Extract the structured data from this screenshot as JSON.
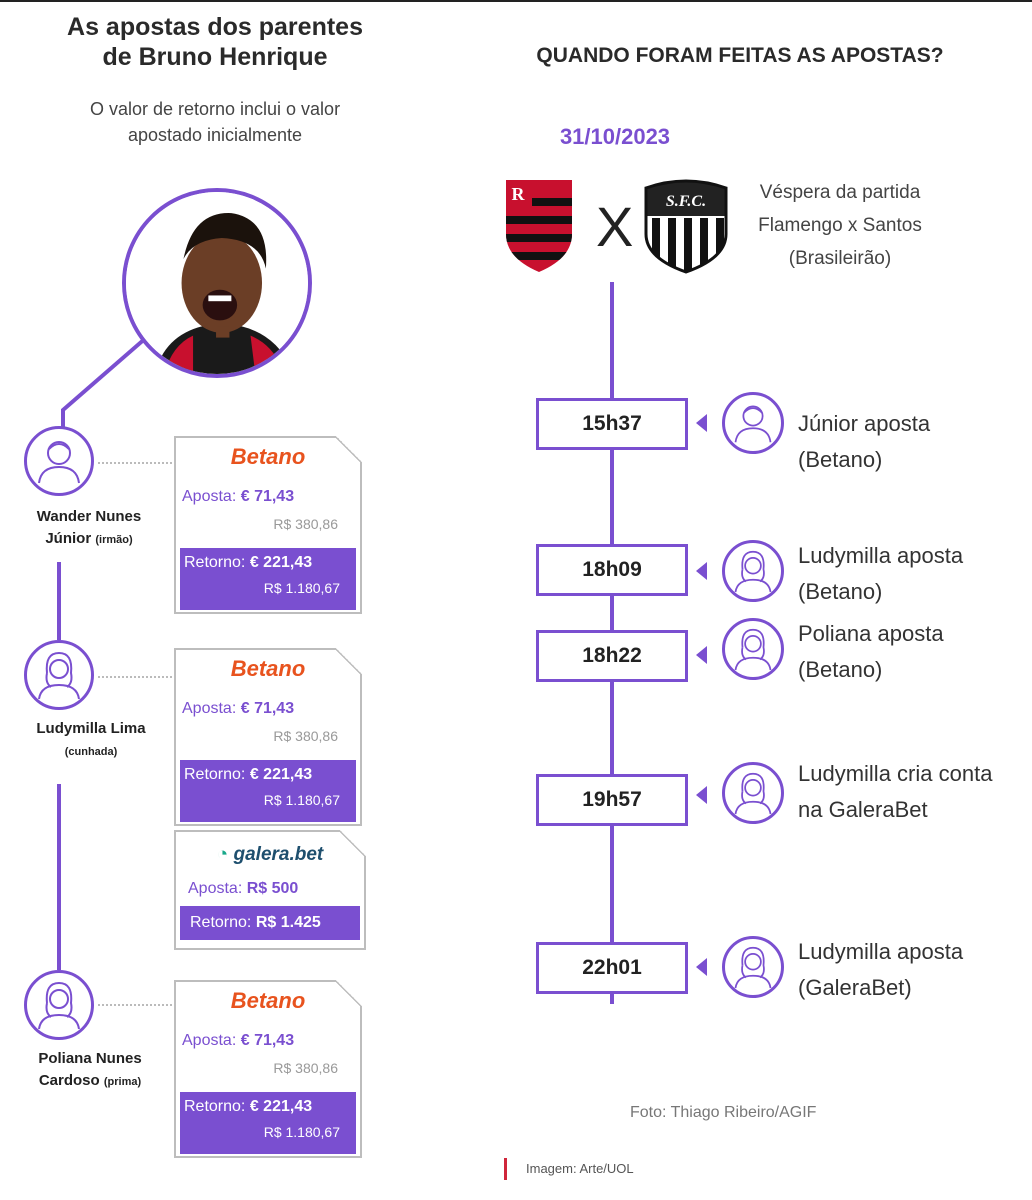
{
  "left": {
    "title_line1": "As apostas dos parentes",
    "title_line2": "de Bruno Henrique",
    "subtitle_line1": "O valor de retorno inclui o valor",
    "subtitle_line2": "apostado inicialmente",
    "people": [
      {
        "name_line1": "Wander Nunes",
        "name_line2": "Júnior",
        "relation": "(irmão)",
        "icon": "man-avatar-icon"
      },
      {
        "name_line1": "Ludymilla Lima",
        "name_line2": "",
        "relation": "(cunhada)",
        "icon": "woman-avatar-icon"
      },
      {
        "name_line1": "Poliana Nunes",
        "name_line2": "Cardoso",
        "relation": "(prima)",
        "icon": "woman-avatar-icon"
      }
    ],
    "tickets": [
      {
        "brand": "Betano",
        "aposta_label": "Aposta:",
        "aposta_value": "€ 71,43",
        "aposta_brl": "R$ 380,86",
        "retorno_label": "Retorno:",
        "retorno_value": "€ 221,43",
        "retorno_brl": "R$ 1.180,67"
      },
      {
        "brand": "Betano",
        "aposta_label": "Aposta:",
        "aposta_value": "€ 71,43",
        "aposta_brl": "R$ 380,86",
        "retorno_label": "Retorno:",
        "retorno_value": "€ 221,43",
        "retorno_brl": "R$ 1.180,67"
      },
      {
        "brand": "galera.bet",
        "aposta_label": "Aposta:",
        "aposta_value": "R$ 500",
        "retorno_label": "Retorno:",
        "retorno_value": "R$ 1.425"
      },
      {
        "brand": "Betano",
        "aposta_label": "Aposta:",
        "aposta_value": "€ 71,43",
        "aposta_brl": "R$ 380,86",
        "retorno_label": "Retorno:",
        "retorno_value": "€ 221,43",
        "retorno_brl": "R$ 1.180,67"
      }
    ]
  },
  "right": {
    "title": "QUANDO FORAM FEITAS AS APOSTAS?",
    "date": "31/10/2023",
    "vs": "X",
    "match_line1": "Véspera da partida",
    "match_line2": "Flamengo x Santos",
    "match_line3": "(Brasileirão)",
    "events": [
      {
        "time": "15h37",
        "line1": "Júnior aposta",
        "line2": "(Betano)",
        "icon": "man-avatar-icon"
      },
      {
        "time": "18h09",
        "line1": "Ludymilla aposta",
        "line2": "(Betano)",
        "icon": "woman-avatar-icon"
      },
      {
        "time": "18h22",
        "line1": "Poliana aposta",
        "line2": "(Betano)",
        "icon": "woman-avatar-icon"
      },
      {
        "time": "19h57",
        "line1": "Ludymilla cria conta",
        "line2": "na GaleraBet",
        "icon": "woman-avatar-icon"
      },
      {
        "time": "22h01",
        "line1": "Ludymilla aposta",
        "line2": "(GaleraBet)",
        "icon": "woman-avatar-icon"
      }
    ],
    "credit_photo": "Foto: Thiago Ribeiro/AGIF",
    "credit_image": "Imagem: Arte/UOL"
  },
  "colors": {
    "accent": "#7a4fd0",
    "betano": "#e8531e",
    "flamengo_red": "#c8102e",
    "flamengo_black": "#111111"
  }
}
